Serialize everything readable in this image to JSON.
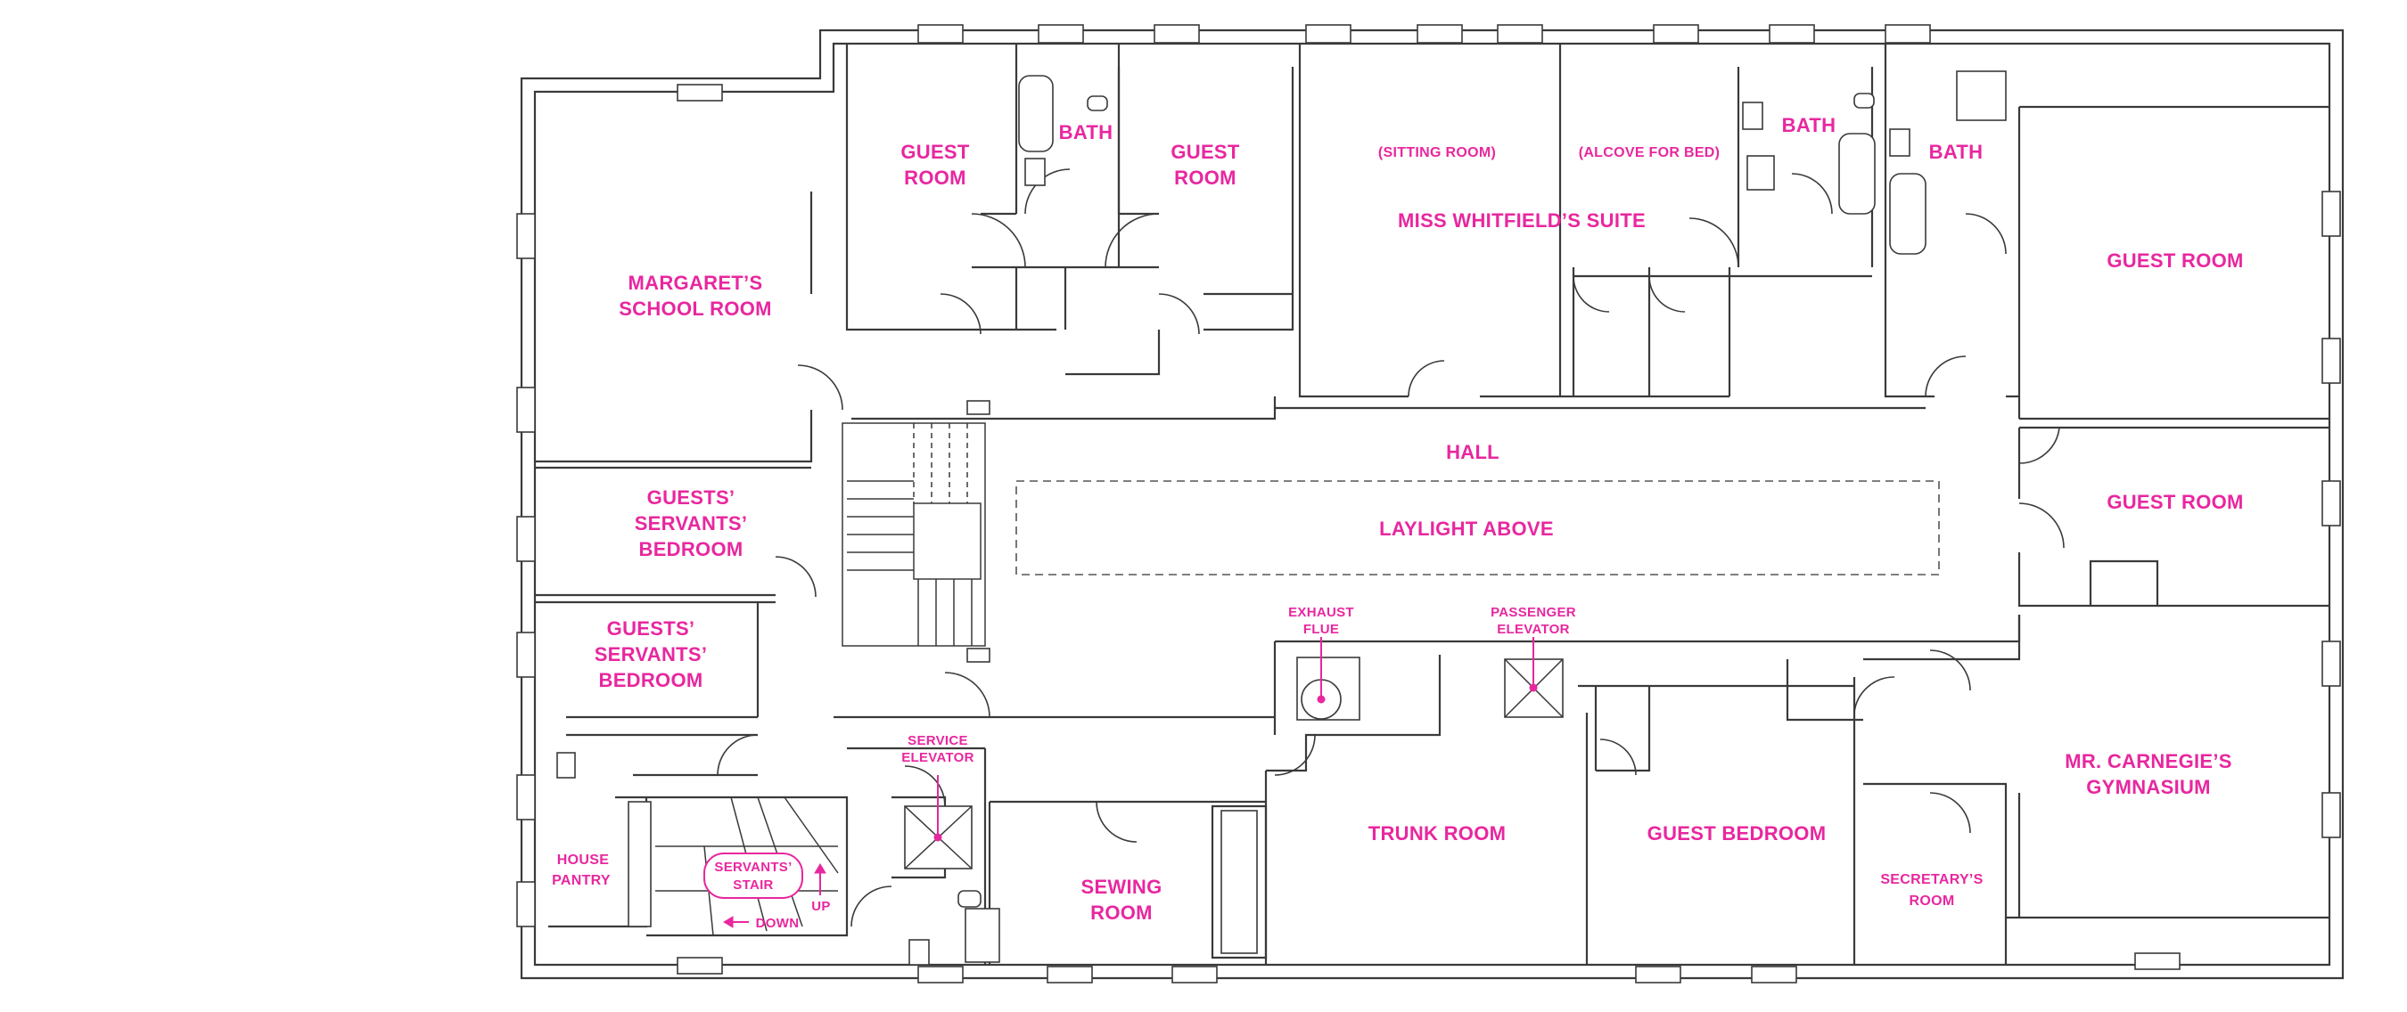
{
  "colors": {
    "label": "#e8279f",
    "walls": "#3a3a3a",
    "background": "#ffffff"
  },
  "rooms": {
    "margarets_school_room": [
      "MARGARET’S",
      "SCHOOL ROOM"
    ],
    "guest_room_1": [
      "GUEST",
      "ROOM"
    ],
    "bath_1": "BATH",
    "guest_room_2": [
      "GUEST",
      "ROOM"
    ],
    "sitting_room": "(SITTING ROOM)",
    "alcove_for_bed": "(ALCOVE FOR BED)",
    "miss_whitfields_suite": "MISS WHITFIELD’S SUITE",
    "bath_2": "BATH",
    "bath_3": "BATH",
    "guest_room_east_1": "GUEST ROOM",
    "guest_room_east_2": "GUEST ROOM",
    "hall": "HALL",
    "laylight_above": "LAYLIGHT ABOVE",
    "guests_servants_bedroom_1": [
      "GUESTS’",
      "SERVANTS’",
      "BEDROOM"
    ],
    "guests_servants_bedroom_2": [
      "GUESTS’",
      "SERVANTS’",
      "BEDROOM"
    ],
    "exhaust_flue": [
      "EXHAUST",
      "FLUE"
    ],
    "passenger_elevator": [
      "PASSENGER",
      "ELEVATOR"
    ],
    "service_elevator": [
      "SERVICE",
      "ELEVATOR"
    ],
    "mr_carnegies_gymnasium": [
      "MR. CARNEGIE’S",
      "GYMNASIUM"
    ],
    "trunk_room": "TRUNK ROOM",
    "guest_bedroom": "GUEST BEDROOM",
    "sewing_room": [
      "SEWING",
      "ROOM"
    ],
    "secretarys_room": [
      "SECRETARY’S",
      "ROOM"
    ],
    "house_pantry": [
      "HOUSE",
      "PANTRY"
    ],
    "servants_stair": [
      "SERVANTS’",
      "STAIR"
    ],
    "stair_up": "UP",
    "stair_down": "DOWN"
  }
}
